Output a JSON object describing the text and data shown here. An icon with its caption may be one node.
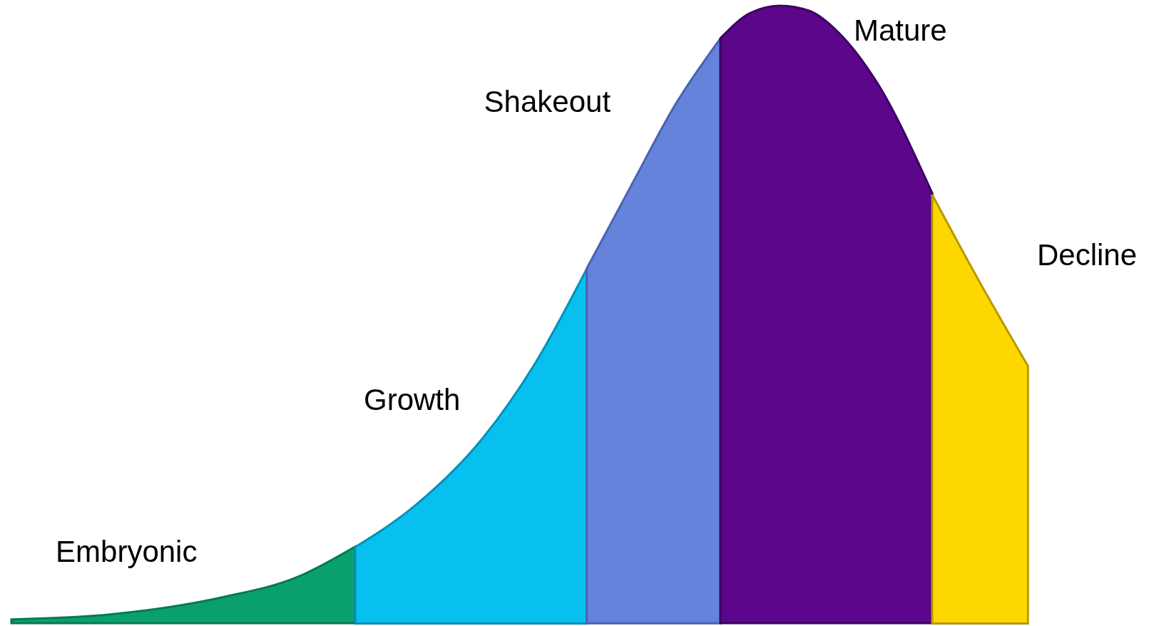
{
  "diagram": {
    "nodes": [
      {
        "text": [
          "Embryonic"
        ]
      },
      {
        "text": [
          "Growth"
        ]
      },
      {
        "text": [
          "Shakeout"
        ]
      },
      {
        "text": [
          "Mature"
        ]
      },
      {
        "text": [
          "Decline"
        ]
      }
    ]
  }
}
